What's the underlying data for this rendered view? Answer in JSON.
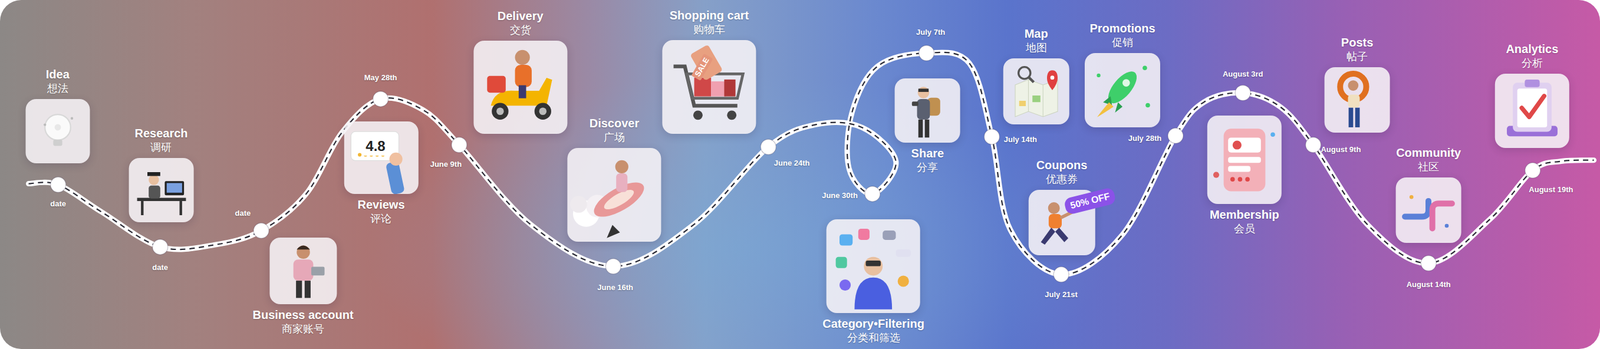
{
  "diagram": {
    "nodes": [
      {
        "text": [
          "Idea",
          "想法"
        ]
      },
      {
        "text": [
          "Research",
          "调研"
        ]
      },
      {
        "text": [
          "Business account",
          "商家账号"
        ]
      },
      {
        "text": [
          "Reviews",
          "评论"
        ]
      },
      {
        "text": [
          "Delivery",
          "交货"
        ]
      },
      {
        "text": [
          "Discover",
          "广场"
        ]
      },
      {
        "text": [
          "Shopping cart",
          "购物车"
        ]
      },
      {
        "text": [
          "Category•Filtering",
          "分类和筛选"
        ]
      },
      {
        "text": [
          "Share",
          "分享"
        ]
      },
      {
        "text": [
          "Map",
          "地图"
        ]
      },
      {
        "text": [
          "Promotions",
          "促销"
        ]
      },
      {
        "text": [
          "Coupons",
          "优惠券"
        ]
      },
      {
        "text": [
          "Membership",
          "会员"
        ]
      },
      {
        "text": [
          "Posts",
          "帖子"
        ]
      },
      {
        "text": [
          "Community",
          "社区"
        ]
      },
      {
        "text": [
          "Analytics",
          "分析"
        ]
      }
    ],
    "labels": [
      "date",
      "date",
      "date",
      "May 28th",
      "June 9th",
      "June 16th",
      "June 24th",
      "June 30th",
      "July 7th",
      "July 14th",
      "July 21st",
      "July 28th",
      "August 3rd",
      "August 9th",
      "August 14th",
      "August 19th",
      "4.8",
      "SALE",
      "50% OFF"
    ]
  }
}
